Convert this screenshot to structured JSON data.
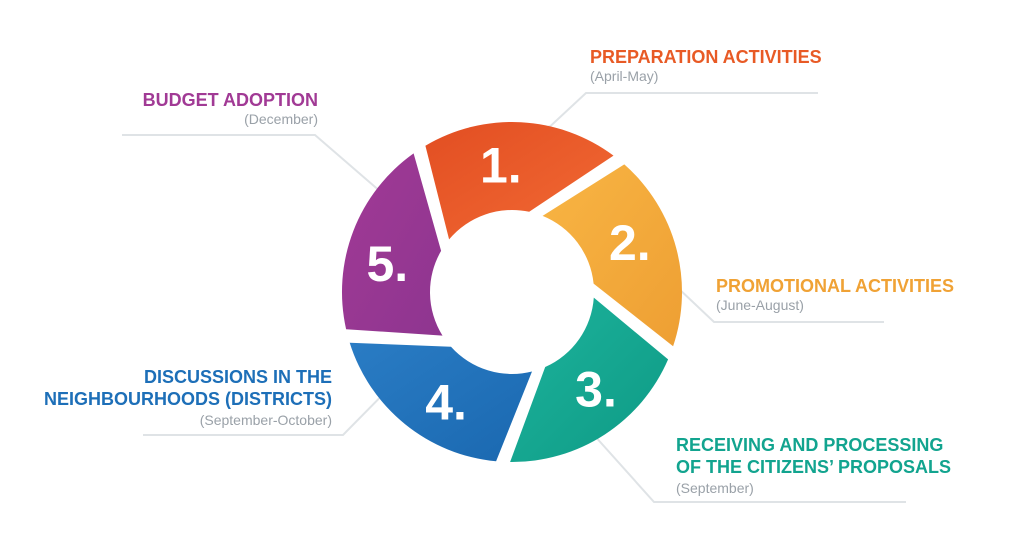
{
  "stages": [
    {
      "number": "1.",
      "title": [
        "PREPARATION ACTIVITIES"
      ],
      "period": "(April-May)",
      "color": "#E85A25",
      "colorLight": "#F26A34"
    },
    {
      "number": "2.",
      "title": [
        "PROMOTIONAL ACTIVITIES"
      ],
      "period": "(June-August)",
      "color": "#F0A235",
      "colorLight": "#F8B544"
    },
    {
      "number": "3.",
      "title": [
        "RECEIVING AND PROCESSING",
        "OF THE CITIZENS’ PROPOSALS"
      ],
      "period": "(September)",
      "color": "#12A48F",
      "colorLight": "#1DB39C"
    },
    {
      "number": "4.",
      "title": [
        "DISCUSSIONS IN THE",
        "NEIGHBOURHOODS (DISTRICTS)"
      ],
      "period": "(September-October)",
      "color": "#1D6FB8",
      "colorLight": "#2A7CC4"
    },
    {
      "number": "5.",
      "title": [
        "BUDGET ADOPTION"
      ],
      "period": "(December)",
      "color": "#A13A95",
      "colorLight": "#8E3590"
    }
  ],
  "connector_color": "#dfe3e6"
}
